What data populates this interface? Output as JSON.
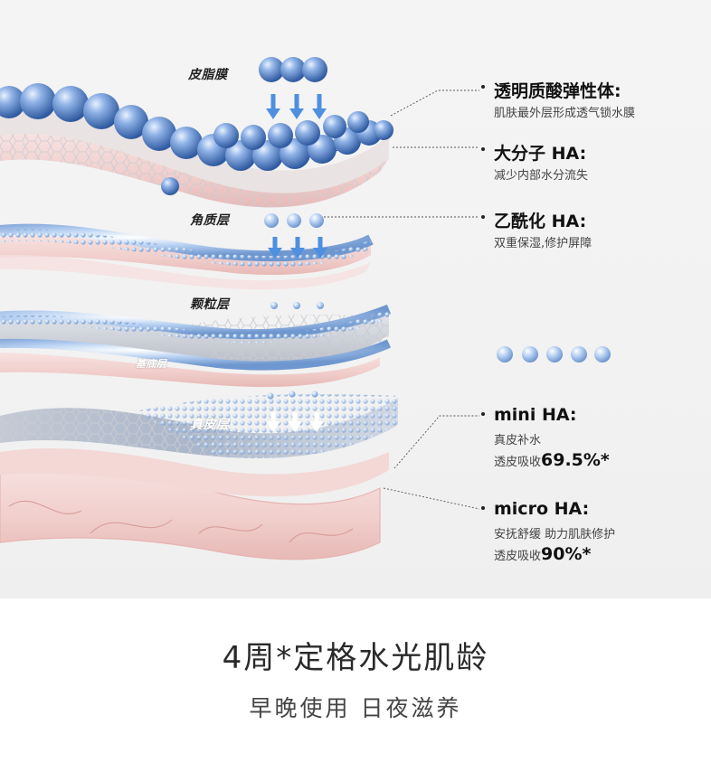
{
  "layers": {
    "sebum": "皮脂膜",
    "stratum_corneum": "角质层",
    "granular": "颗粒层",
    "basal": "基底层",
    "dermis": "真皮层"
  },
  "annotations": {
    "elastomer": {
      "title": "透明质酸弹性体:",
      "desc": "肌肤最外层形成透气锁水膜"
    },
    "macro_ha": {
      "title": "大分子 HA:",
      "desc": "减少内部水分流失"
    },
    "acetyl_ha": {
      "title": "乙酰化 HA:",
      "desc": "双重保湿,修护屏障"
    },
    "mini_ha": {
      "title": "mini HA:",
      "desc": "真皮补水",
      "absorb_label": "透皮吸收",
      "absorb_value": "69.5%*"
    },
    "micro_ha": {
      "title": "micro HA:",
      "desc": "安抚舒缓 助力肌肤修护",
      "absorb_label": "透皮吸收",
      "absorb_value": "90%*"
    }
  },
  "headline": "4周*定格水光肌龄",
  "subline": "早晚使用 日夜滋养",
  "colors": {
    "bead_blue": "#5b86c9",
    "skin_pink": "#f2d4d2",
    "arrow_blue": "#4e8fe0"
  }
}
